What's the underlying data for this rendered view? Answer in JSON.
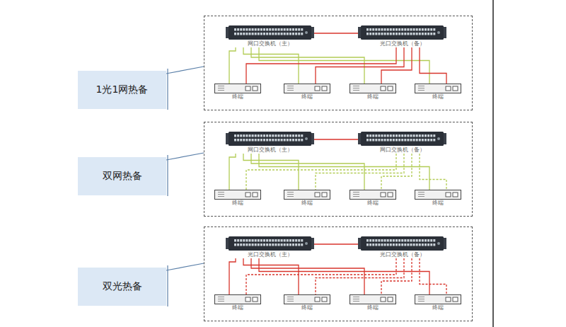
{
  "diagram": {
    "nodes": [
      {
        "text": [
          "1光1网热备"
        ]
      },
      {
        "text": []
      },
      {
        "text": [
          "网口交换机（主）"
        ],
        "in": 1
      },
      {
        "text": [
          "光口交换机（备）"
        ],
        "in": 1
      },
      {
        "text": [
          "终端"
        ],
        "in": 1
      },
      {
        "text": [
          "终端"
        ],
        "in": 1
      },
      {
        "text": [
          "终端"
        ],
        "in": 1
      },
      {
        "text": [
          "终端"
        ],
        "in": 1
      },
      {
        "text": [
          "双网热备"
        ]
      },
      {
        "text": []
      },
      {
        "text": [
          "网口交换机（主）"
        ],
        "in": 9
      },
      {
        "text": [
          "网口交换机（备）"
        ],
        "in": 9
      },
      {
        "text": [
          "终端"
        ],
        "in": 9
      },
      {
        "text": [
          "终端"
        ],
        "in": 9
      },
      {
        "text": [
          "终端"
        ],
        "in": 9
      },
      {
        "text": [
          "终端"
        ],
        "in": 9
      },
      {
        "text": [
          "双光热备"
        ]
      },
      {
        "text": []
      },
      {
        "text": [
          "光口交换机（主）"
        ],
        "in": 17
      },
      {
        "text": [
          "光口交换机（备）"
        ],
        "in": 17
      },
      {
        "text": [
          "终端"
        ],
        "in": 17
      },
      {
        "text": [
          "终端"
        ],
        "in": 17
      },
      {
        "text": [
          "终端"
        ],
        "in": 17
      },
      {
        "text": [
          "终端"
        ],
        "in": 17
      }
    ],
    "edges": [
      {
        "from": 0,
        "to": 1,
        "arrow": "none"
      },
      {
        "from": 2,
        "to": 3,
        "arrow": "none"
      },
      {
        "from": 2,
        "to": 4,
        "arrow": "none"
      },
      {
        "from": 2,
        "to": 5,
        "arrow": "none"
      },
      {
        "from": 2,
        "to": 6,
        "arrow": "none"
      },
      {
        "from": 2,
        "to": 7,
        "arrow": "none"
      },
      {
        "from": 3,
        "to": 4,
        "arrow": "none"
      },
      {
        "from": 3,
        "to": 5,
        "arrow": "none"
      },
      {
        "from": 3,
        "to": 6,
        "arrow": "none"
      },
      {
        "from": 3,
        "to": 7,
        "arrow": "none"
      },
      {
        "from": 8,
        "to": 9,
        "arrow": "none"
      },
      {
        "from": 10,
        "to": 11,
        "arrow": "none"
      },
      {
        "from": 10,
        "to": 12,
        "arrow": "none"
      },
      {
        "from": 10,
        "to": 13,
        "arrow": "none"
      },
      {
        "from": 10,
        "to": 14,
        "arrow": "none"
      },
      {
        "from": 10,
        "to": 15,
        "arrow": "none"
      },
      {
        "from": 11,
        "to": 12,
        "arrow": "none"
      },
      {
        "from": 11,
        "to": 13,
        "arrow": "none"
      },
      {
        "from": 11,
        "to": 14,
        "arrow": "none"
      },
      {
        "from": 11,
        "to": 15,
        "arrow": "none"
      },
      {
        "from": 16,
        "to": 17,
        "arrow": "none"
      },
      {
        "from": 18,
        "to": 19,
        "arrow": "none"
      },
      {
        "from": 18,
        "to": 20,
        "arrow": "none"
      },
      {
        "from": 18,
        "to": 21,
        "arrow": "none"
      },
      {
        "from": 18,
        "to": 22,
        "arrow": "none"
      },
      {
        "from": 18,
        "to": 23,
        "arrow": "none"
      },
      {
        "from": 19,
        "to": 20,
        "arrow": "none"
      },
      {
        "from": 19,
        "to": 21,
        "arrow": "none"
      },
      {
        "from": 19,
        "to": 22,
        "arrow": "none"
      },
      {
        "from": 19,
        "to": 23,
        "arrow": "none"
      }
    ]
  }
}
